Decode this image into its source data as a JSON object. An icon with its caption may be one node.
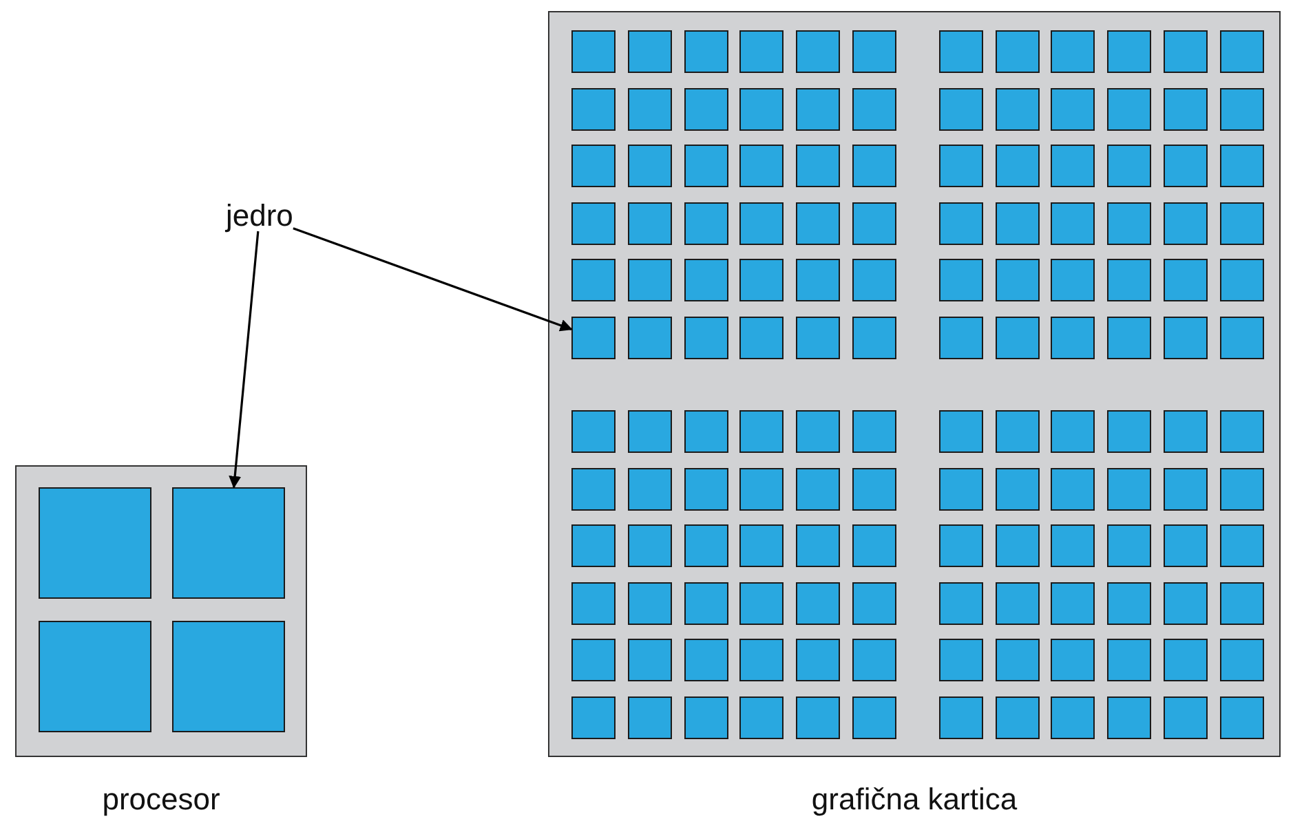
{
  "diagram": {
    "nodes": [
      {
        "text": [
          "jedro"
        ]
      },
      {
        "text": [
          "procesor"
        ]
      },
      {
        "text": [],
        "shape": "box",
        "in": 1
      },
      {
        "text": [],
        "shape": "box",
        "in": 1
      },
      {
        "text": [],
        "shape": "box",
        "in": 1
      },
      {
        "text": [],
        "shape": "box",
        "in": 1
      },
      {
        "text": [
          "grafična kartica"
        ]
      },
      {
        "text": [],
        "shape": "box",
        "in": 6
      },
      {
        "text": [],
        "shape": "box",
        "in": 6
      },
      {
        "text": [],
        "shape": "box",
        "in": 6
      },
      {
        "text": [],
        "shape": "box",
        "in": 6
      },
      {
        "text": [],
        "shape": "box",
        "in": 6
      },
      {
        "text": [],
        "shape": "box",
        "in": 6
      },
      {
        "text": [],
        "shape": "box",
        "in": 6
      },
      {
        "text": [],
        "shape": "box",
        "in": 6
      },
      {
        "text": [],
        "shape": "box",
        "in": 6
      },
      {
        "text": [],
        "shape": "box",
        "in": 6
      },
      {
        "text": [],
        "shape": "box",
        "in": 6
      },
      {
        "text": [],
        "shape": "box",
        "in": 6
      },
      {
        "text": [],
        "shape": "box",
        "in": 6
      },
      {
        "text": [],
        "shape": "box",
        "in": 6
      },
      {
        "text": [],
        "shape": "box",
        "in": 6
      },
      {
        "text": [],
        "shape": "box",
        "in": 6
      },
      {
        "text": [],
        "shape": "box",
        "in": 6
      },
      {
        "text": [],
        "shape": "box",
        "in": 6
      },
      {
        "text": [],
        "shape": "box",
        "in": 6
      },
      {
        "text": [],
        "shape": "box",
        "in": 6
      },
      {
        "text": [],
        "shape": "box",
        "in": 6
      },
      {
        "text": [],
        "shape": "box",
        "in": 6
      },
      {
        "text": [],
        "shape": "box",
        "in": 6
      },
      {
        "text": [],
        "shape": "box",
        "in": 6
      },
      {
        "text": [],
        "shape": "box",
        "in": 6
      },
      {
        "text": [],
        "shape": "box",
        "in": 6
      },
      {
        "text": [],
        "shape": "box",
        "in": 6
      },
      {
        "text": [],
        "shape": "box",
        "in": 6
      },
      {
        "text": [],
        "shape": "box",
        "in": 6
      },
      {
        "text": [],
        "shape": "box",
        "in": 6
      },
      {
        "text": [],
        "shape": "box",
        "in": 6
      },
      {
        "text": [],
        "shape": "box",
        "in": 6
      },
      {
        "text": [],
        "shape": "box",
        "in": 6
      },
      {
        "text": [],
        "shape": "box",
        "in": 6
      },
      {
        "text": [],
        "shape": "box",
        "in": 6
      },
      {
        "text": [],
        "shape": "box",
        "in": 6
      },
      {
        "text": [],
        "shape": "box",
        "in": 6
      },
      {
        "text": [],
        "shape": "box",
        "in": 6
      },
      {
        "text": [],
        "shape": "box",
        "in": 6
      },
      {
        "text": [],
        "shape": "box",
        "in": 6
      },
      {
        "text": [],
        "shape": "box",
        "in": 6
      },
      {
        "text": [],
        "shape": "box",
        "in": 6
      },
      {
        "text": [],
        "shape": "box",
        "in": 6
      },
      {
        "text": [],
        "shape": "box",
        "in": 6
      },
      {
        "text": [],
        "shape": "box",
        "in": 6
      },
      {
        "text": [],
        "shape": "box",
        "in": 6
      },
      {
        "text": [],
        "shape": "box",
        "in": 6
      },
      {
        "text": [],
        "shape": "box",
        "in": 6
      },
      {
        "text": [],
        "shape": "box",
        "in": 6
      },
      {
        "text": [],
        "shape": "box",
        "in": 6
      },
      {
        "text": [],
        "shape": "box",
        "in": 6
      },
      {
        "text": [],
        "shape": "box",
        "in": 6
      },
      {
        "text": [],
        "shape": "box",
        "in": 6
      },
      {
        "text": [],
        "shape": "box",
        "in": 6
      },
      {
        "text": [],
        "shape": "box",
        "in": 6
      },
      {
        "text": [],
        "shape": "box",
        "in": 6
      },
      {
        "text": [],
        "shape": "box",
        "in": 6
      },
      {
        "text": [],
        "shape": "box",
        "in": 6
      },
      {
        "text": [],
        "shape": "box",
        "in": 6
      },
      {
        "text": [],
        "shape": "box",
        "in": 6
      },
      {
        "text": [],
        "shape": "box",
        "in": 6
      },
      {
        "text": [],
        "shape": "box",
        "in": 6
      },
      {
        "text": [],
        "shape": "box",
        "in": 6
      },
      {
        "text": [],
        "shape": "box",
        "in": 6
      },
      {
        "text": [],
        "shape": "box",
        "in": 6
      },
      {
        "text": [],
        "shape": "box",
        "in": 6
      },
      {
        "text": [],
        "shape": "box",
        "in": 6
      },
      {
        "text": [],
        "shape": "box",
        "in": 6
      },
      {
        "text": [],
        "shape": "box",
        "in": 6
      },
      {
        "text": [],
        "shape": "box",
        "in": 6
      },
      {
        "text": [],
        "shape": "box",
        "in": 6
      },
      {
        "text": [],
        "shape": "box",
        "in": 6
      },
      {
        "text": [],
        "shape": "box",
        "in": 6
      },
      {
        "text": [],
        "shape": "box",
        "in": 6
      },
      {
        "text": [],
        "shape": "box",
        "in": 6
      },
      {
        "text": [],
        "shape": "box",
        "in": 6
      },
      {
        "text": [],
        "shape": "box",
        "in": 6
      },
      {
        "text": [],
        "shape": "box",
        "in": 6
      },
      {
        "text": [],
        "shape": "box",
        "in": 6
      },
      {
        "text": [],
        "shape": "box",
        "in": 6
      },
      {
        "text": [],
        "shape": "box",
        "in": 6
      },
      {
        "text": [],
        "shape": "box",
        "in": 6
      },
      {
        "text": [],
        "shape": "box",
        "in": 6
      },
      {
        "text": [],
        "shape": "box",
        "in": 6
      },
      {
        "text": [],
        "shape": "box",
        "in": 6
      },
      {
        "text": [],
        "shape": "box",
        "in": 6
      },
      {
        "text": [],
        "shape": "box",
        "in": 6
      },
      {
        "text": [],
        "shape": "box",
        "in": 6
      },
      {
        "text": [],
        "shape": "box",
        "in": 6
      },
      {
        "text": [],
        "shape": "box",
        "in": 6
      },
      {
        "text": [],
        "shape": "box",
        "in": 6
      },
      {
        "text": [],
        "shape": "box",
        "in": 6
      },
      {
        "text": [],
        "shape": "box",
        "in": 6
      },
      {
        "text": [],
        "shape": "box",
        "in": 6
      },
      {
        "text": [],
        "shape": "box",
        "in": 6
      },
      {
        "text": [],
        "shape": "box",
        "in": 6
      },
      {
        "text": [],
        "shape": "box",
        "in": 6
      },
      {
        "text": [],
        "shape": "box",
        "in": 6
      },
      {
        "text": [],
        "shape": "box",
        "in": 6
      },
      {
        "text": [],
        "shape": "box",
        "in": 6
      },
      {
        "text": [],
        "shape": "box",
        "in": 6
      },
      {
        "text": [],
        "shape": "box",
        "in": 6
      },
      {
        "text": [],
        "shape": "box",
        "in": 6
      },
      {
        "text": [],
        "shape": "box",
        "in": 6
      },
      {
        "text": [],
        "shape": "box",
        "in": 6
      },
      {
        "text": [],
        "shape": "box",
        "in": 6
      },
      {
        "text": [],
        "shape": "box",
        "in": 6
      },
      {
        "text": [],
        "shape": "box",
        "in": 6
      },
      {
        "text": [],
        "shape": "box",
        "in": 6
      },
      {
        "text": [],
        "shape": "box",
        "in": 6
      },
      {
        "text": [],
        "shape": "box",
        "in": 6
      },
      {
        "text": [],
        "shape": "box",
        "in": 6
      },
      {
        "text": [],
        "shape": "box",
        "in": 6
      },
      {
        "text": [],
        "shape": "box",
        "in": 6
      },
      {
        "text": [],
        "shape": "box",
        "in": 6
      },
      {
        "text": [],
        "shape": "box",
        "in": 6
      },
      {
        "text": [],
        "shape": "box",
        "in": 6
      },
      {
        "text": [],
        "shape": "box",
        "in": 6
      },
      {
        "text": [],
        "shape": "box",
        "in": 6
      },
      {
        "text": [],
        "shape": "box",
        "in": 6
      },
      {
        "text": [],
        "shape": "box",
        "in": 6
      },
      {
        "text": [],
        "shape": "box",
        "in": 6
      },
      {
        "text": [],
        "shape": "box",
        "in": 6
      },
      {
        "text": [],
        "shape": "box",
        "in": 6
      },
      {
        "text": [],
        "shape": "box",
        "in": 6
      },
      {
        "text": [],
        "shape": "box",
        "in": 6
      },
      {
        "text": [],
        "shape": "box",
        "in": 6
      },
      {
        "text": [],
        "shape": "box",
        "in": 6
      },
      {
        "text": [],
        "shape": "box",
        "in": 6
      },
      {
        "text": [],
        "shape": "box",
        "in": 6
      },
      {
        "text": [],
        "shape": "box",
        "in": 6
      },
      {
        "text": [],
        "shape": "box",
        "in": 6
      },
      {
        "text": [],
        "shape": "box",
        "in": 6
      },
      {
        "text": [],
        "shape": "box",
        "in": 6
      },
      {
        "text": [],
        "shape": "box",
        "in": 6
      },
      {
        "text": [],
        "shape": "box",
        "in": 6
      },
      {
        "text": [],
        "shape": "box",
        "in": 6
      },
      {
        "text": [],
        "shape": "box",
        "in": 6
      },
      {
        "text": [],
        "shape": "box",
        "in": 6
      },
      {
        "text": [],
        "shape": "box",
        "in": 6
      },
      {
        "text": [],
        "shape": "box",
        "in": 6
      },
      {
        "text": [],
        "shape": "box",
        "in": 6
      },
      {
        "text": [],
        "shape": "box",
        "in": 6
      },
      {
        "text": [],
        "shape": "box",
        "in": 6
      }
    ],
    "edges": [
      {
        "from": 0,
        "to": 67,
        "arrow": "to"
      },
      {
        "from": 0,
        "to": 3,
        "arrow": "to"
      }
    ]
  }
}
